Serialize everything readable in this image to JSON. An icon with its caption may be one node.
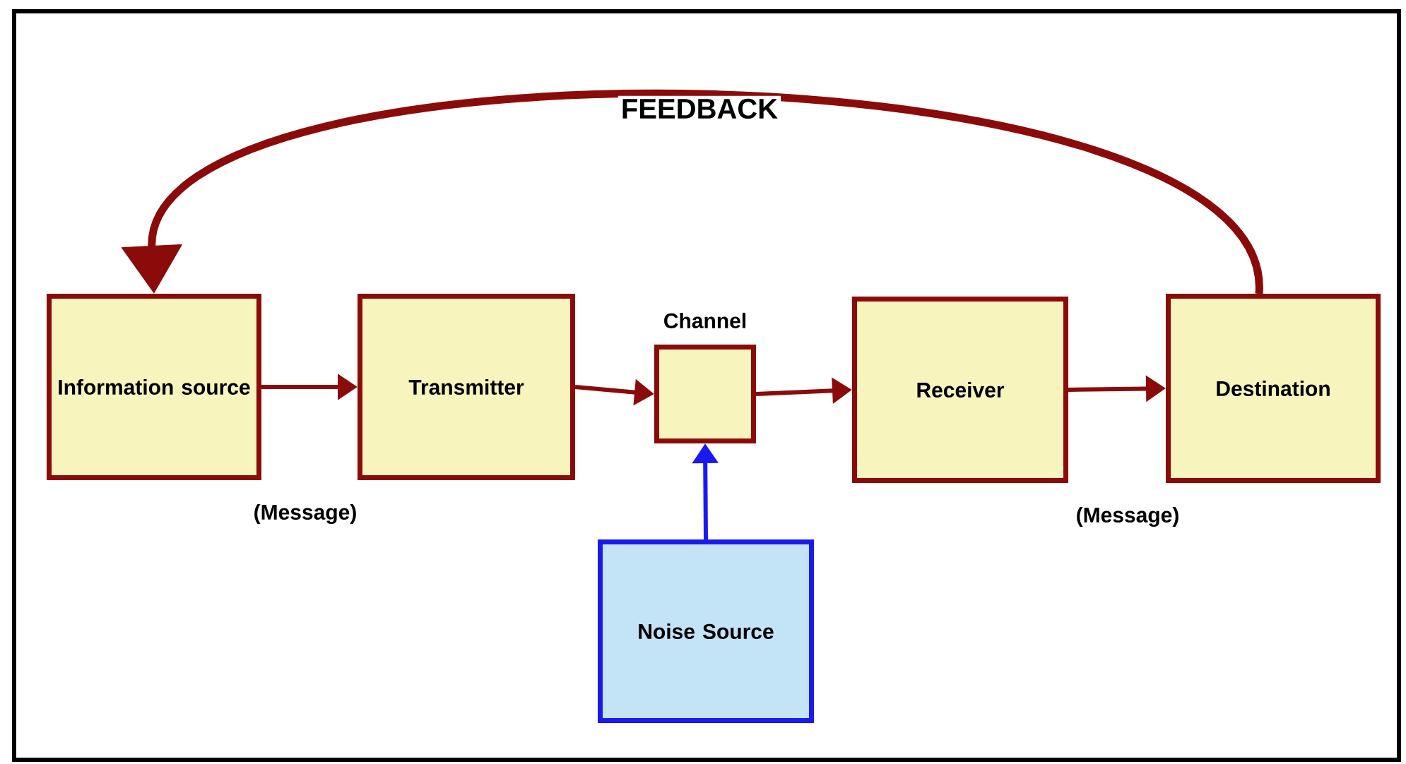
{
  "diagram": {
    "nodes": [
      {
        "text": [
          "Information source"
        ]
      },
      {
        "text": [
          "Transmitter"
        ]
      },
      {
        "text": [
          "Channel"
        ]
      },
      {
        "text": [
          "Receiver"
        ]
      },
      {
        "text": [
          "Destination"
        ]
      },
      {
        "text": [
          "Noise Source"
        ]
      }
    ],
    "edges": [
      {
        "from": 0,
        "to": 1,
        "arrow": "to"
      },
      {
        "from": 1,
        "to": 2,
        "arrow": "to"
      },
      {
        "from": 2,
        "to": 3,
        "arrow": "to"
      },
      {
        "from": 3,
        "to": 4,
        "arrow": "to"
      },
      {
        "from": 5,
        "to": 2,
        "arrow": "to",
        "color": "#1a1aee"
      },
      {
        "from": 4,
        "to": 0,
        "arrow": "to",
        "label": "FEEDBACK",
        "style": "thick"
      }
    ],
    "labels": [
      "(Message)",
      "(Message)"
    ]
  }
}
